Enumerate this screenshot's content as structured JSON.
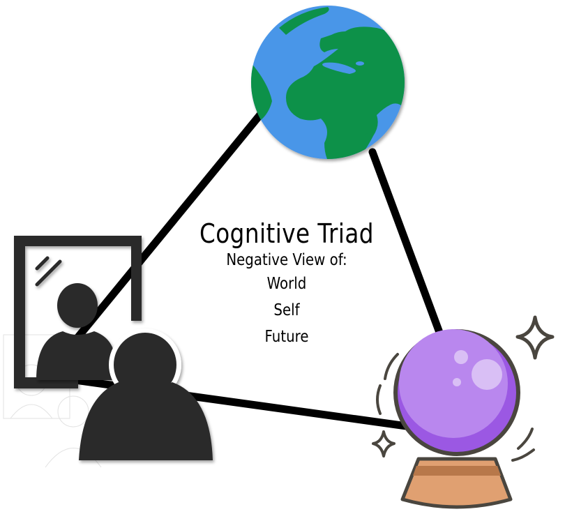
{
  "diagram": {
    "title": "Cognitive Triad",
    "subtitle": "Negative View of:",
    "items": [
      "World",
      "Self",
      "Future"
    ],
    "nodes": [
      {
        "id": "world",
        "icon": "globe-icon",
        "label": "World"
      },
      {
        "id": "self",
        "icon": "person-mirror-icon",
        "label": "Self"
      },
      {
        "id": "future",
        "icon": "crystal-ball-icon",
        "label": "Future"
      }
    ],
    "edges": [
      {
        "from": "self",
        "to": "world"
      },
      {
        "from": "world",
        "to": "future"
      },
      {
        "from": "self",
        "to": "future"
      }
    ]
  },
  "colors": {
    "ocean": "#4a96e8",
    "land": "#0e914a",
    "line": "#000000",
    "person": "#2b2b2b",
    "crystal": "#b987ee",
    "crystal_dark": "#9b58e3",
    "stand": "#e0a071",
    "stand_dark": "#b8784a",
    "outline": "#4a463f"
  }
}
